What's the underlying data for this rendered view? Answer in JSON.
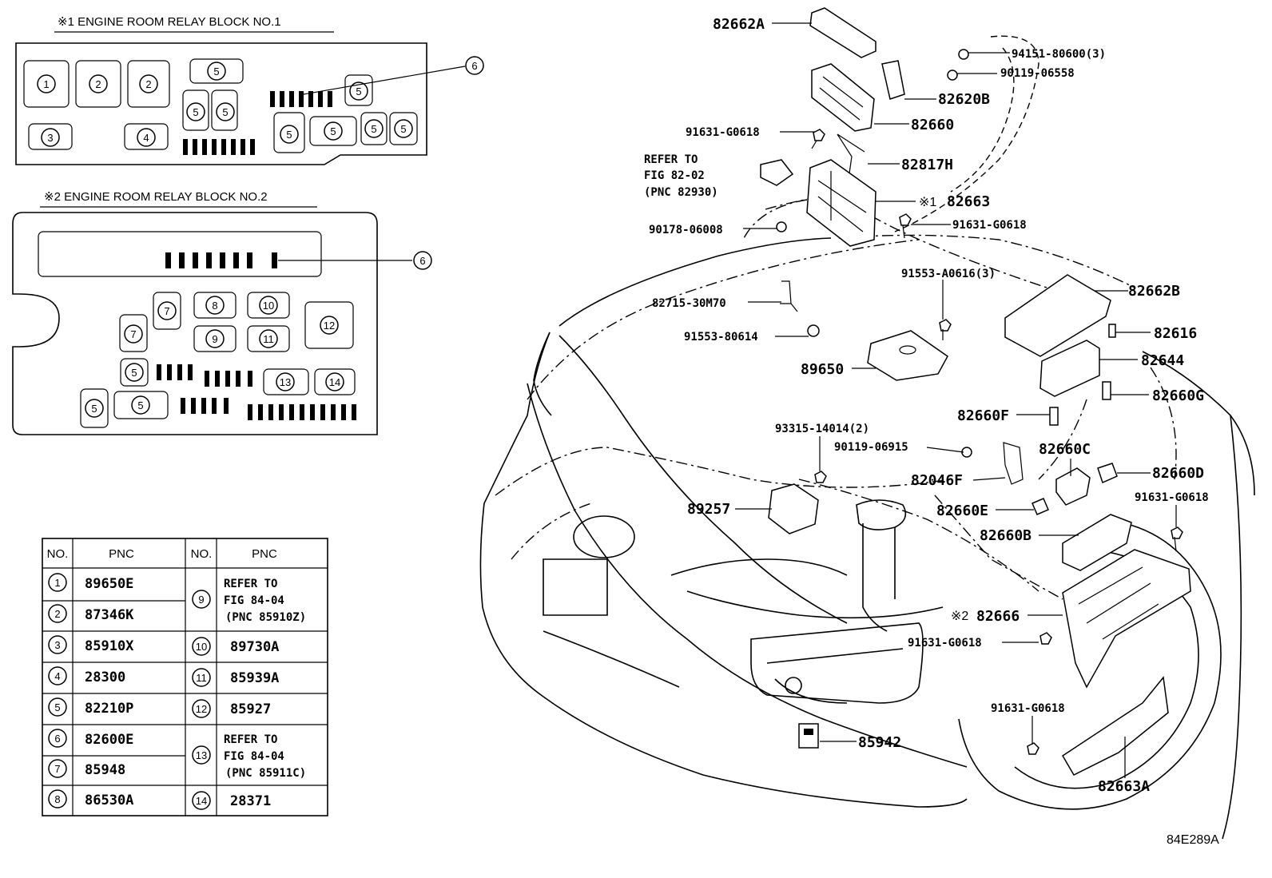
{
  "panel1": {
    "title": "※1 ENGINE ROOM RELAY BLOCK  NO.1",
    "slots": [
      "1",
      "2",
      "2",
      "3",
      "4",
      "5",
      "5",
      "5",
      "5",
      "5",
      "5",
      "5",
      "5",
      "5"
    ],
    "callout": "6"
  },
  "panel2": {
    "title": "※2 ENGINE ROOM RELAY BLOCK  NO.2",
    "slots": [
      "7",
      "8",
      "10",
      "7",
      "9",
      "11",
      "12",
      "5",
      "13",
      "14",
      "5",
      "5"
    ],
    "callout": "6"
  },
  "table": {
    "headers": [
      "NO.",
      "PNC",
      "NO.",
      "PNC"
    ],
    "left": [
      {
        "no": "1",
        "pnc": "89650E"
      },
      {
        "no": "2",
        "pnc": "87346K"
      },
      {
        "no": "3",
        "pnc": "85910X"
      },
      {
        "no": "4",
        "pnc": "28300"
      },
      {
        "no": "5",
        "pnc": "82210P"
      },
      {
        "no": "6",
        "pnc": "82600E"
      },
      {
        "no": "7",
        "pnc": "85948"
      },
      {
        "no": "8",
        "pnc": "86530A"
      }
    ],
    "right": [
      {
        "no": "9",
        "lines": [
          "REFER TO",
          "FIG 84-04",
          "(PNC 85910Z)"
        ]
      },
      {
        "no": "10",
        "pnc": "89730A"
      },
      {
        "no": "11",
        "pnc": "85939A"
      },
      {
        "no": "12",
        "pnc": "85927"
      },
      {
        "no": "13",
        "lines": [
          "REFER TO",
          "FIG 84-04",
          "(PNC 85911C)"
        ]
      },
      {
        "no": "14",
        "pnc": "28371"
      }
    ]
  },
  "labels": {
    "p82662A": "82662A",
    "p94151": "94151-80600(3)",
    "p90119a": "90119-06558",
    "p82620B": "82620B",
    "p82660": "82660",
    "p91631a": "91631-G0618",
    "refer1": "REFER TO",
    "refer2": "FIG 82-02",
    "refer3": "(PNC 82930)",
    "p82817H": "82817H",
    "p82663": "82663",
    "mark1": "※1",
    "p90178": "90178-06008",
    "p91631b": "91631-G0618",
    "p91553a": "91553-A0616(3)",
    "p82715": "82715-30M70",
    "p82662B": "82662B",
    "p91553b": "91553-80614",
    "p82616": "82616",
    "p89650": "89650",
    "p82644": "82644",
    "p82660G": "82660G",
    "p82660F": "82660F",
    "p93315": "93315-14014(2)",
    "p90119b": "90119-06915",
    "p82660C": "82660C",
    "p82046F": "82046F",
    "p82660D": "82660D",
    "p89257": "89257",
    "p82660E": "82660E",
    "p91631c": "91631-G0618",
    "p82660B": "82660B",
    "mark2": "※2",
    "p82666": "82666",
    "p91631d": "91631-G0618",
    "p91631e": "91631-G0618",
    "p85942": "85942",
    "p82663A": "82663A"
  },
  "figure_id": "84E289A"
}
